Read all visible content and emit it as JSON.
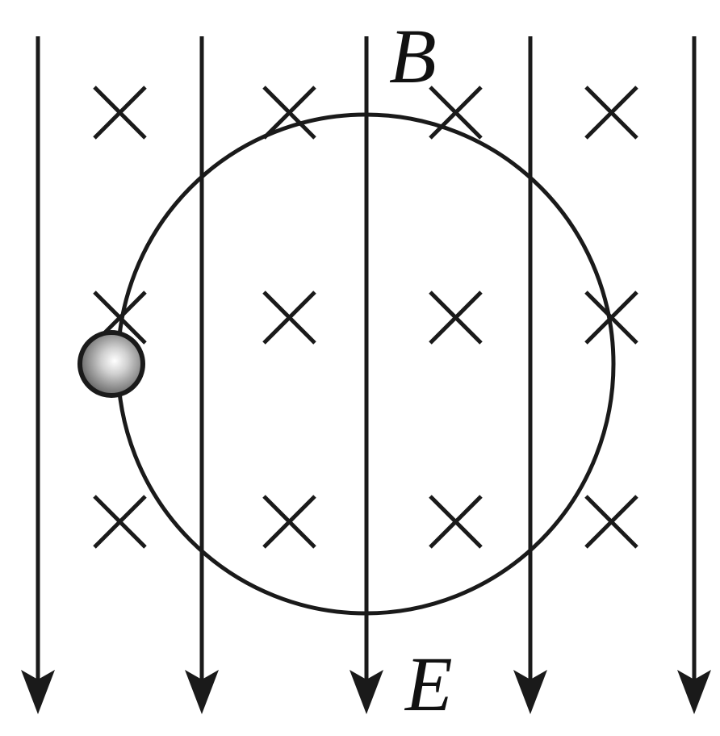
{
  "labels": {
    "magnetic_field": "B",
    "electric_field": "E"
  },
  "colors": {
    "ink": "#1a1a1a",
    "background": "#ffffff",
    "ball_highlight": "#ffffff",
    "ball_shade": "#5a5a5a"
  },
  "field": {
    "electric_direction": "down",
    "electric_line_count": 5,
    "magnetic_direction": "into-page",
    "magnetic_symbol_rows": 3,
    "magnetic_symbol_cols": 4
  }
}
